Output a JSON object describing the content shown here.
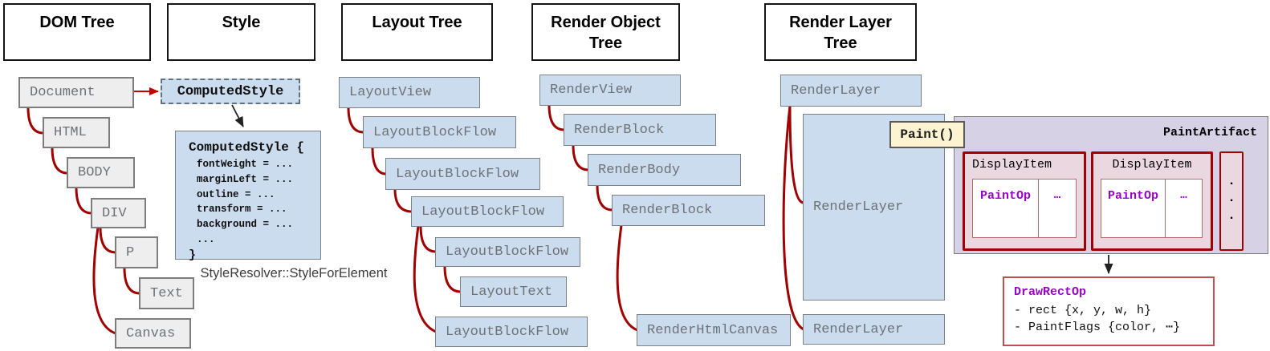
{
  "headers": {
    "dom": "DOM Tree",
    "style": "Style",
    "layout": "Layout Tree",
    "render_object": [
      "Render Object",
      "Tree"
    ],
    "render_layer": [
      "Render Layer",
      "Tree"
    ]
  },
  "dom_tree": {
    "nodes": [
      "Document",
      "HTML",
      "BODY",
      "DIV",
      "P",
      "Text",
      "Canvas"
    ]
  },
  "style_panel": {
    "computed_style_ref": "ComputedStyle",
    "block": {
      "title": "ComputedStyle {",
      "fields": [
        "fontWeight = ...",
        "marginLeft = ...",
        "outline = ...",
        "transform = ...",
        "background = ...",
        "..."
      ],
      "close": "}"
    },
    "caption": "StyleResolver::StyleForElement"
  },
  "layout_tree": {
    "nodes": [
      "LayoutView",
      "LayoutBlockFlow",
      "LayoutBlockFlow",
      "LayoutBlockFlow",
      "LayoutBlockFlow",
      "LayoutText",
      "LayoutBlockFlow"
    ]
  },
  "render_object_tree": {
    "nodes": [
      "RenderView",
      "RenderBlock",
      "RenderBody",
      "RenderBlock",
      "RenderHtmlCanvas"
    ]
  },
  "render_layer_tree": {
    "nodes": [
      "RenderLayer",
      "RenderLayer",
      "RenderLayer"
    ]
  },
  "paint": {
    "call_label": "Paint()",
    "artifact_label": "PaintArtifact",
    "display_items": [
      {
        "label": "DisplayItem",
        "op": "PaintOp",
        "ellipsis": "…"
      },
      {
        "label": "DisplayItem",
        "op": "PaintOp",
        "ellipsis": "…"
      }
    ],
    "overflow_dots": "·\n·\n·",
    "draw_rect_op": {
      "title": "DrawRectOp",
      "lines": [
        "- rect {x, y, w, h}",
        "- PaintFlags {color, ⋯}"
      ]
    }
  },
  "colors": {
    "node_fill_blue": "#cadcee",
    "node_fill_gray": "#eeeeee",
    "connector_red": "#a00000",
    "paint_artifact_fill": "#d7d1e6",
    "display_item_fill": "#ead7e0",
    "display_item_border": "#a00000",
    "paint_call_fill": "#fdf3d0",
    "op_text_purple": "#9900cc",
    "draw_rect_border": "#c0504d"
  }
}
